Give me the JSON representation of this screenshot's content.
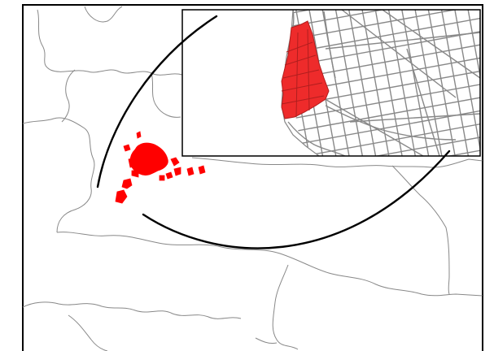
{
  "map": {
    "colors": {
      "background": "#ffffff",
      "frame": "#000000",
      "border": "#888888",
      "highlight_fill": "#ff0000",
      "inset_highlight_fill": "#ee2b2b",
      "inset_highlight_stroke": "#b01e1e",
      "street": "#888888",
      "arc": "#000000"
    },
    "layers": [
      "administrative-borders",
      "highlighted-urban-area",
      "inset-city-streets",
      "inset-highlighted-blocks",
      "callout-arcs"
    ],
    "inset": {
      "has_frame": true
    }
  }
}
